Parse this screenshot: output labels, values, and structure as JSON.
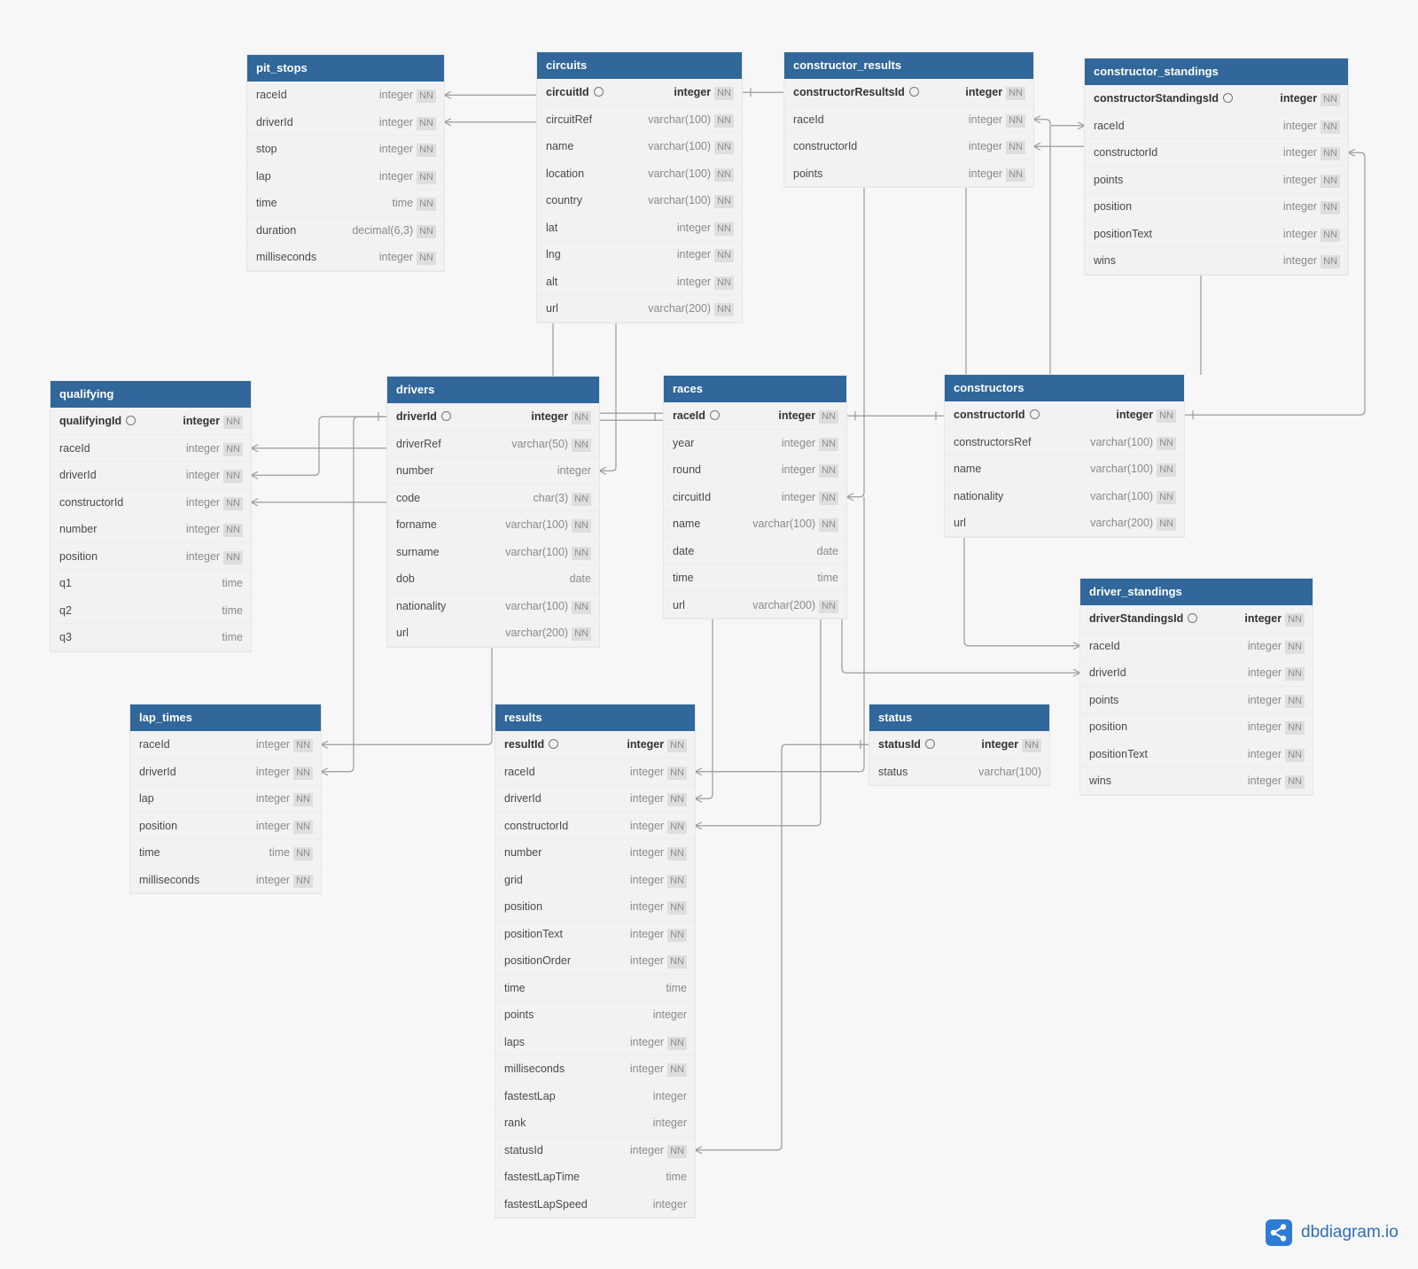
{
  "tables": [
    {
      "id": "pit_stops",
      "name": "pit_stops",
      "fields": [
        {
          "name": "raceId",
          "type": "integer",
          "nn": true
        },
        {
          "name": "driverId",
          "type": "integer",
          "nn": true
        },
        {
          "name": "stop",
          "type": "integer",
          "nn": true
        },
        {
          "name": "lap",
          "type": "integer",
          "nn": true
        },
        {
          "name": "time",
          "type": "time",
          "nn": true
        },
        {
          "name": "duration",
          "type": "decimal(6,3)",
          "nn": true
        },
        {
          "name": "milliseconds",
          "type": "integer",
          "nn": true
        }
      ]
    },
    {
      "id": "circuits",
      "name": "circuits",
      "fields": [
        {
          "name": "circuitId",
          "type": "integer",
          "nn": true,
          "pk": true
        },
        {
          "name": "circuitRef",
          "type": "varchar(100)",
          "nn": true
        },
        {
          "name": "name",
          "type": "varchar(100)",
          "nn": true
        },
        {
          "name": "location",
          "type": "varchar(100)",
          "nn": true
        },
        {
          "name": "country",
          "type": "varchar(100)",
          "nn": true
        },
        {
          "name": "lat",
          "type": "integer",
          "nn": true
        },
        {
          "name": "lng",
          "type": "integer",
          "nn": true
        },
        {
          "name": "alt",
          "type": "integer",
          "nn": true
        },
        {
          "name": "url",
          "type": "varchar(200)",
          "nn": true
        }
      ]
    },
    {
      "id": "constructor_results",
      "name": "constructor_results",
      "fields": [
        {
          "name": "constructorResultsId",
          "type": "integer",
          "nn": true,
          "pk": true
        },
        {
          "name": "raceId",
          "type": "integer",
          "nn": true
        },
        {
          "name": "constructorId",
          "type": "integer",
          "nn": true
        },
        {
          "name": "points",
          "type": "integer",
          "nn": true
        }
      ]
    },
    {
      "id": "constructor_standings",
      "name": "constructor_standings",
      "fields": [
        {
          "name": "constructorStandingsId",
          "type": "integer",
          "nn": true,
          "pk": true
        },
        {
          "name": "raceId",
          "type": "integer",
          "nn": true
        },
        {
          "name": "constructorId",
          "type": "integer",
          "nn": true
        },
        {
          "name": "points",
          "type": "integer",
          "nn": true
        },
        {
          "name": "position",
          "type": "integer",
          "nn": true
        },
        {
          "name": "positionText",
          "type": "integer",
          "nn": true
        },
        {
          "name": "wins",
          "type": "integer",
          "nn": true
        }
      ]
    },
    {
      "id": "qualifying",
      "name": "qualifying",
      "fields": [
        {
          "name": "qualifyingId",
          "type": "integer",
          "nn": true,
          "pk": true
        },
        {
          "name": "raceId",
          "type": "integer",
          "nn": true
        },
        {
          "name": "driverId",
          "type": "integer",
          "nn": true
        },
        {
          "name": "constructorId",
          "type": "integer",
          "nn": true
        },
        {
          "name": "number",
          "type": "integer",
          "nn": true
        },
        {
          "name": "position",
          "type": "integer",
          "nn": true
        },
        {
          "name": "q1",
          "type": "time",
          "nn": false
        },
        {
          "name": "q2",
          "type": "time",
          "nn": false
        },
        {
          "name": "q3",
          "type": "time",
          "nn": false
        }
      ]
    },
    {
      "id": "drivers",
      "name": "drivers",
      "fields": [
        {
          "name": "driverId",
          "type": "integer",
          "nn": true,
          "pk": true
        },
        {
          "name": "driverRef",
          "type": "varchar(50)",
          "nn": true
        },
        {
          "name": "number",
          "type": "integer",
          "nn": false
        },
        {
          "name": "code",
          "type": "char(3)",
          "nn": true
        },
        {
          "name": "forname",
          "type": "varchar(100)",
          "nn": true
        },
        {
          "name": "surname",
          "type": "varchar(100)",
          "nn": true
        },
        {
          "name": "dob",
          "type": "date",
          "nn": false
        },
        {
          "name": "nationality",
          "type": "varchar(100)",
          "nn": true
        },
        {
          "name": "url",
          "type": "varchar(200)",
          "nn": true
        }
      ]
    },
    {
      "id": "races",
      "name": "races",
      "fields": [
        {
          "name": "raceId",
          "type": "integer",
          "nn": true,
          "pk": true
        },
        {
          "name": "year",
          "type": "integer",
          "nn": true
        },
        {
          "name": "round",
          "type": "integer",
          "nn": true
        },
        {
          "name": "circuitId",
          "type": "integer",
          "nn": true
        },
        {
          "name": "name",
          "type": "varchar(100)",
          "nn": true
        },
        {
          "name": "date",
          "type": "date",
          "nn": false
        },
        {
          "name": "time",
          "type": "time",
          "nn": false
        },
        {
          "name": "url",
          "type": "varchar(200)",
          "nn": true
        }
      ]
    },
    {
      "id": "constructors",
      "name": "constructors",
      "fields": [
        {
          "name": "constructorId",
          "type": "integer",
          "nn": true,
          "pk": true
        },
        {
          "name": "constructorsRef",
          "type": "varchar(100)",
          "nn": true
        },
        {
          "name": "name",
          "type": "varchar(100)",
          "nn": true
        },
        {
          "name": "nationality",
          "type": "varchar(100)",
          "nn": true
        },
        {
          "name": "url",
          "type": "varchar(200)",
          "nn": true
        }
      ]
    },
    {
      "id": "driver_standings",
      "name": "driver_standings",
      "fields": [
        {
          "name": "driverStandingsId",
          "type": "integer",
          "nn": true,
          "pk": true
        },
        {
          "name": "raceId",
          "type": "integer",
          "nn": true
        },
        {
          "name": "driverId",
          "type": "integer",
          "nn": true
        },
        {
          "name": "points",
          "type": "integer",
          "nn": true
        },
        {
          "name": "position",
          "type": "integer",
          "nn": true
        },
        {
          "name": "positionText",
          "type": "integer",
          "nn": true
        },
        {
          "name": "wins",
          "type": "integer",
          "nn": true
        }
      ]
    },
    {
      "id": "lap_times",
      "name": "lap_times",
      "fields": [
        {
          "name": "raceId",
          "type": "integer",
          "nn": true
        },
        {
          "name": "driverId",
          "type": "integer",
          "nn": true
        },
        {
          "name": "lap",
          "type": "integer",
          "nn": true
        },
        {
          "name": "position",
          "type": "integer",
          "nn": true
        },
        {
          "name": "time",
          "type": "time",
          "nn": true
        },
        {
          "name": "milliseconds",
          "type": "integer",
          "nn": true
        }
      ]
    },
    {
      "id": "results",
      "name": "results",
      "fields": [
        {
          "name": "resultId",
          "type": "integer",
          "nn": true,
          "pk": true
        },
        {
          "name": "raceId",
          "type": "integer",
          "nn": true
        },
        {
          "name": "driverId",
          "type": "integer",
          "nn": true
        },
        {
          "name": "constructorId",
          "type": "integer",
          "nn": true
        },
        {
          "name": "number",
          "type": "integer",
          "nn": true
        },
        {
          "name": "grid",
          "type": "integer",
          "nn": true
        },
        {
          "name": "position",
          "type": "integer",
          "nn": true
        },
        {
          "name": "positionText",
          "type": "integer",
          "nn": true
        },
        {
          "name": "positionOrder",
          "type": "integer",
          "nn": true
        },
        {
          "name": "time",
          "type": "time",
          "nn": false
        },
        {
          "name": "points",
          "type": "integer",
          "nn": false
        },
        {
          "name": "laps",
          "type": "integer",
          "nn": true
        },
        {
          "name": "milliseconds",
          "type": "integer",
          "nn": true
        },
        {
          "name": "fastestLap",
          "type": "integer",
          "nn": false
        },
        {
          "name": "rank",
          "type": "integer",
          "nn": false
        },
        {
          "name": "statusId",
          "type": "integer",
          "nn": true
        },
        {
          "name": "fastestLapTime",
          "type": "time",
          "nn": false
        },
        {
          "name": "fastestLapSpeed",
          "type": "integer",
          "nn": false
        }
      ]
    },
    {
      "id": "status",
      "name": "status",
      "fields": [
        {
          "name": "statusId",
          "type": "integer",
          "nn": true,
          "pk": true
        },
        {
          "name": "status",
          "type": "varchar(100)",
          "nn": false
        }
      ]
    }
  ],
  "nn_label": "NN",
  "brand": {
    "name": "dbdiagram.io"
  },
  "colors": {
    "header": "#31679a",
    "body": "#f2f2f2",
    "line": "#9a9a9a",
    "brand": "#2f7cd6"
  }
}
